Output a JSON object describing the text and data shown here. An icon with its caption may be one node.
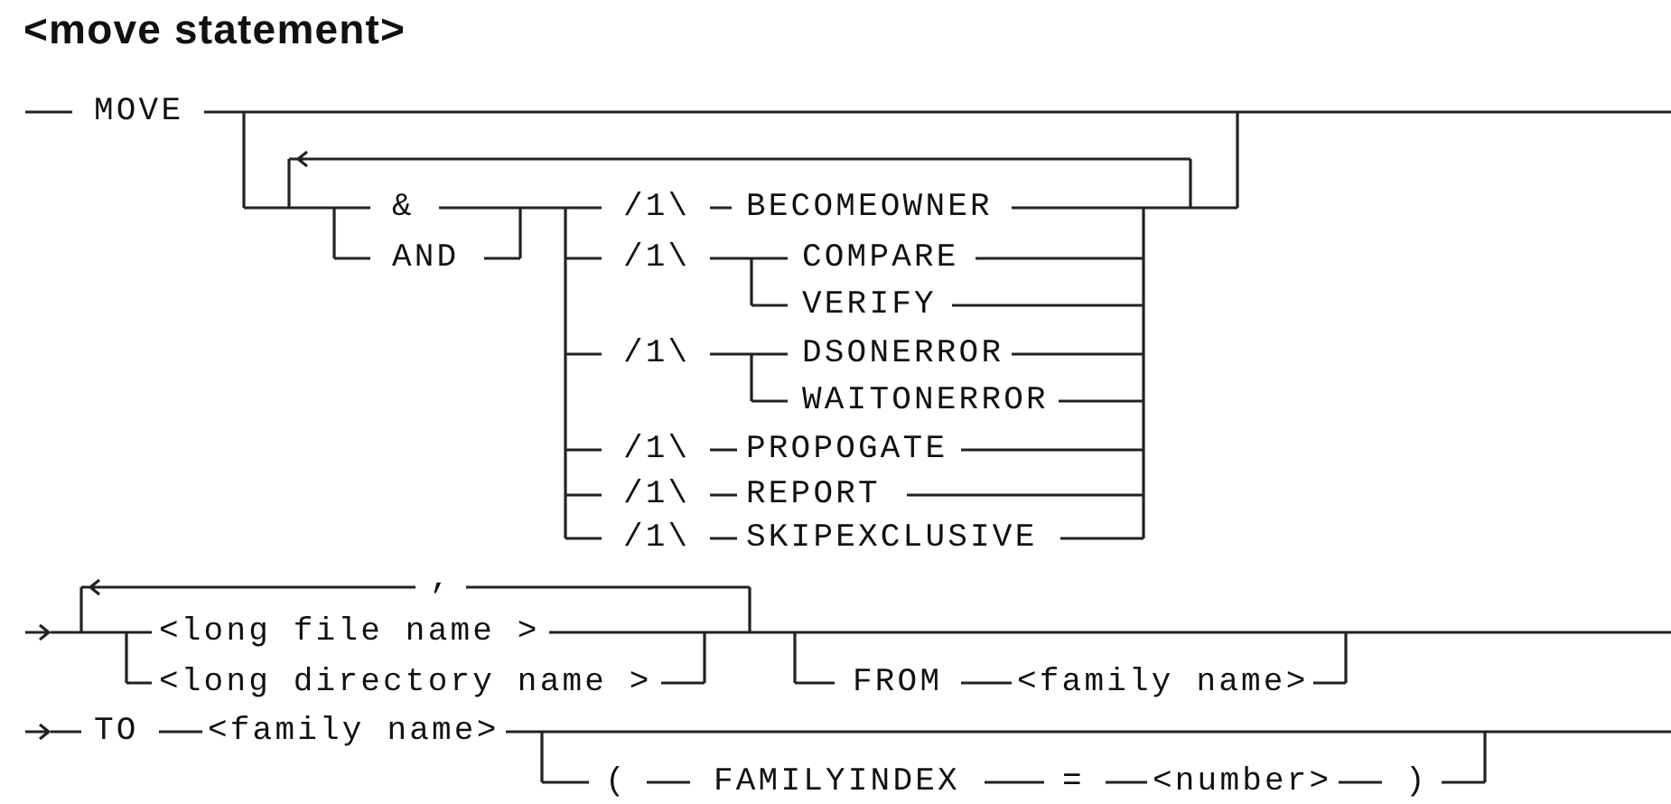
{
  "diagram": {
    "title": "<move statement>",
    "labels": [
      "MOVE",
      "&",
      "/1\\",
      "BECOMEOWNER",
      "AND",
      "/1\\",
      "COMPARE",
      "VERIFY",
      "/1\\",
      "DSONERROR",
      "WAITONERROR",
      "/1\\",
      "PROPOGATE",
      "/1\\",
      "REPORT",
      "/1\\",
      "SKIPEXCLUSIVE",
      ",",
      "<long file name >",
      "<long directory name >",
      "FROM",
      "<family name>",
      "TO",
      "<family name>",
      "(",
      "FAMILYINDEX",
      "=",
      "<number>",
      ")"
    ]
  }
}
